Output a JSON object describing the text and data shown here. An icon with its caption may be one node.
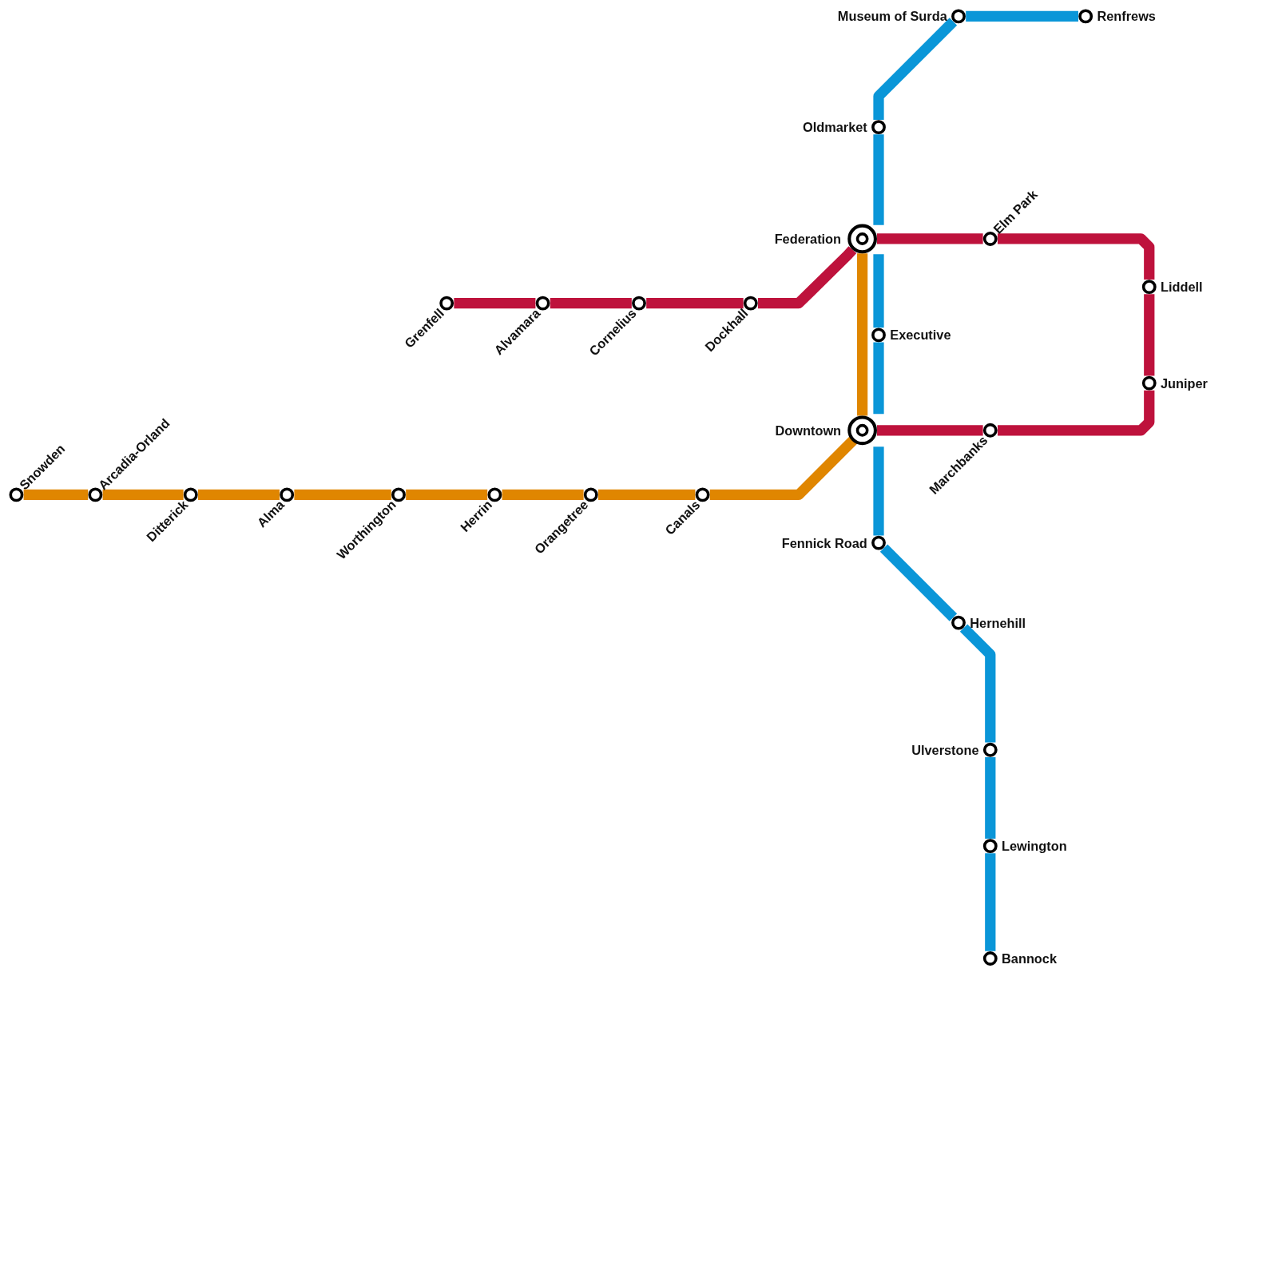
{
  "diagram": {
    "nodes": [
      {
        "text": [
          "Snowden"
        ]
      },
      {
        "text": [
          "Arcadia-Orland"
        ]
      },
      {
        "text": [
          "Ditterick"
        ]
      },
      {
        "text": [
          "Alma"
        ]
      },
      {
        "text": [
          "Worthington"
        ]
      },
      {
        "text": [
          "Herrin"
        ]
      },
      {
        "text": [
          "Orangetree"
        ]
      },
      {
        "text": [
          "Canals"
        ]
      },
      {
        "text": [
          "Downtown"
        ]
      },
      {
        "text": [
          "Federation"
        ]
      },
      {
        "text": [
          "Grenfell"
        ]
      },
      {
        "text": [
          "Alvamara"
        ]
      },
      {
        "text": [
          "Cornelius"
        ]
      },
      {
        "text": [
          "Dockhall"
        ]
      },
      {
        "text": [
          "Elm Park"
        ]
      },
      {
        "text": [
          "Liddell"
        ]
      },
      {
        "text": [
          "Juniper"
        ]
      },
      {
        "text": [
          "Marchbanks"
        ]
      },
      {
        "text": [
          "Museum of Surda"
        ]
      },
      {
        "text": [
          "Renfrews"
        ]
      },
      {
        "text": [
          "Oldmarket"
        ]
      },
      {
        "text": [
          "Executive"
        ]
      },
      {
        "text": [
          "Fennick Road"
        ]
      },
      {
        "text": [
          "Hernehill"
        ]
      },
      {
        "text": [
          "Ulverstone"
        ]
      },
      {
        "text": [
          "Lewington"
        ]
      },
      {
        "text": [
          "Bannock"
        ]
      }
    ],
    "edges": [
      {
        "from": 0,
        "to": 1,
        "arrow": "none",
        "color": "#e08600"
      },
      {
        "from": 1,
        "to": 2,
        "arrow": "none",
        "color": "#e08600"
      },
      {
        "from": 2,
        "to": 3,
        "arrow": "none",
        "color": "#e08600"
      },
      {
        "from": 3,
        "to": 4,
        "arrow": "none",
        "color": "#e08600"
      },
      {
        "from": 4,
        "to": 5,
        "arrow": "none",
        "color": "#e08600"
      },
      {
        "from": 5,
        "to": 6,
        "arrow": "none",
        "color": "#e08600"
      },
      {
        "from": 6,
        "to": 7,
        "arrow": "none",
        "color": "#e08600"
      },
      {
        "from": 7,
        "to": 8,
        "arrow": "none",
        "color": "#e08600"
      },
      {
        "from": 8,
        "to": 9,
        "arrow": "none",
        "color": "#e08600"
      },
      {
        "from": 10,
        "to": 11,
        "arrow": "none",
        "color": "#be123c"
      },
      {
        "from": 11,
        "to": 12,
        "arrow": "none",
        "color": "#be123c"
      },
      {
        "from": 12,
        "to": 13,
        "arrow": "none",
        "color": "#be123c"
      },
      {
        "from": 13,
        "to": 9,
        "arrow": "none",
        "color": "#be123c"
      },
      {
        "from": 9,
        "to": 14,
        "arrow": "none",
        "color": "#be123c"
      },
      {
        "from": 14,
        "to": 15,
        "arrow": "none",
        "color": "#be123c"
      },
      {
        "from": 15,
        "to": 16,
        "arrow": "none",
        "color": "#be123c"
      },
      {
        "from": 16,
        "to": 17,
        "arrow": "none",
        "color": "#be123c"
      },
      {
        "from": 17,
        "to": 8,
        "arrow": "none",
        "color": "#be123c"
      },
      {
        "from": 19,
        "to": 18,
        "arrow": "none",
        "color": "#0a96d8"
      },
      {
        "from": 18,
        "to": 20,
        "arrow": "none",
        "color": "#0a96d8"
      },
      {
        "from": 20,
        "to": 9,
        "arrow": "none",
        "color": "#0a96d8"
      },
      {
        "from": 9,
        "to": 21,
        "arrow": "none",
        "color": "#0a96d8"
      },
      {
        "from": 21,
        "to": 8,
        "arrow": "none",
        "color": "#0a96d8"
      },
      {
        "from": 8,
        "to": 22,
        "arrow": "none",
        "color": "#0a96d8"
      },
      {
        "from": 22,
        "to": 23,
        "arrow": "none",
        "color": "#0a96d8"
      },
      {
        "from": 23,
        "to": 24,
        "arrow": "none",
        "color": "#0a96d8"
      },
      {
        "from": 24,
        "to": 25,
        "arrow": "none",
        "color": "#0a96d8"
      },
      {
        "from": 25,
        "to": 26,
        "arrow": "none",
        "color": "#0a96d8"
      }
    ]
  }
}
